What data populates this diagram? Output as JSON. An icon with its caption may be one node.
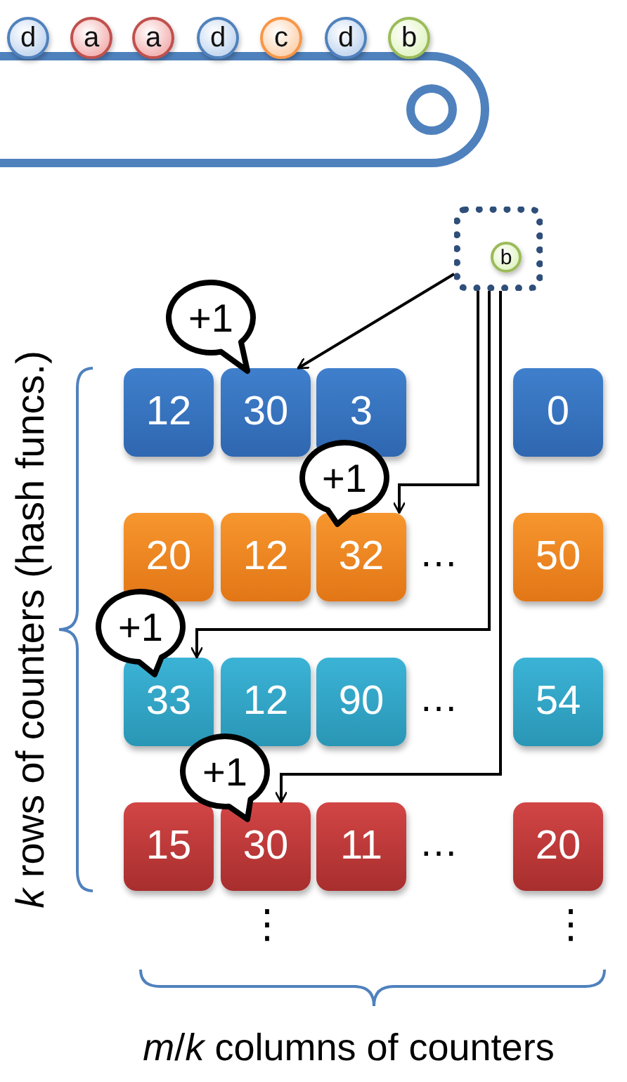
{
  "diagram": {
    "nodes": [
      {
        "text": [
          "d"
        ]
      },
      {
        "text": [
          "a"
        ]
      },
      {
        "text": [
          "a"
        ]
      },
      {
        "text": [
          "d"
        ]
      },
      {
        "text": [
          "c"
        ]
      },
      {
        "text": [
          "d"
        ]
      },
      {
        "text": [
          "b"
        ]
      },
      {
        "text": [],
        "shape": "box"
      },
      {
        "text": [
          "b"
        ],
        "in": 7
      },
      {
        "text": [
          "+1"
        ]
      },
      {
        "text": [
          "12"
        ]
      },
      {
        "text": [
          "30"
        ]
      },
      {
        "text": [
          "3"
        ]
      },
      {
        "text": [
          "0"
        ]
      },
      {
        "text": [
          "+1"
        ]
      },
      {
        "text": [
          "20"
        ]
      },
      {
        "text": [
          "12"
        ]
      },
      {
        "text": [
          "32"
        ]
      },
      {
        "text": [
          "50"
        ]
      },
      {
        "text": [
          "+1"
        ]
      },
      {
        "text": [
          "33"
        ]
      },
      {
        "text": [
          "12"
        ]
      },
      {
        "text": [
          "90"
        ]
      },
      {
        "text": [
          "54"
        ]
      },
      {
        "text": [
          "+1"
        ]
      },
      {
        "text": [
          "15"
        ]
      },
      {
        "text": [
          "30"
        ]
      },
      {
        "text": [
          "11"
        ]
      },
      {
        "text": [
          "20"
        ]
      }
    ],
    "edges": [
      {
        "from": 7,
        "to": 11,
        "arrow": "to"
      },
      {
        "from": 7,
        "to": 17,
        "arrow": "to"
      },
      {
        "from": 7,
        "to": 20,
        "arrow": "to"
      },
      {
        "from": 7,
        "to": 26,
        "arrow": "to"
      }
    ],
    "labels": [
      "…",
      "…",
      "…",
      "⋮",
      "⋮",
      "*k* rows of counters (hash funcs.)",
      "*m*/*k* columns of counters"
    ]
  }
}
